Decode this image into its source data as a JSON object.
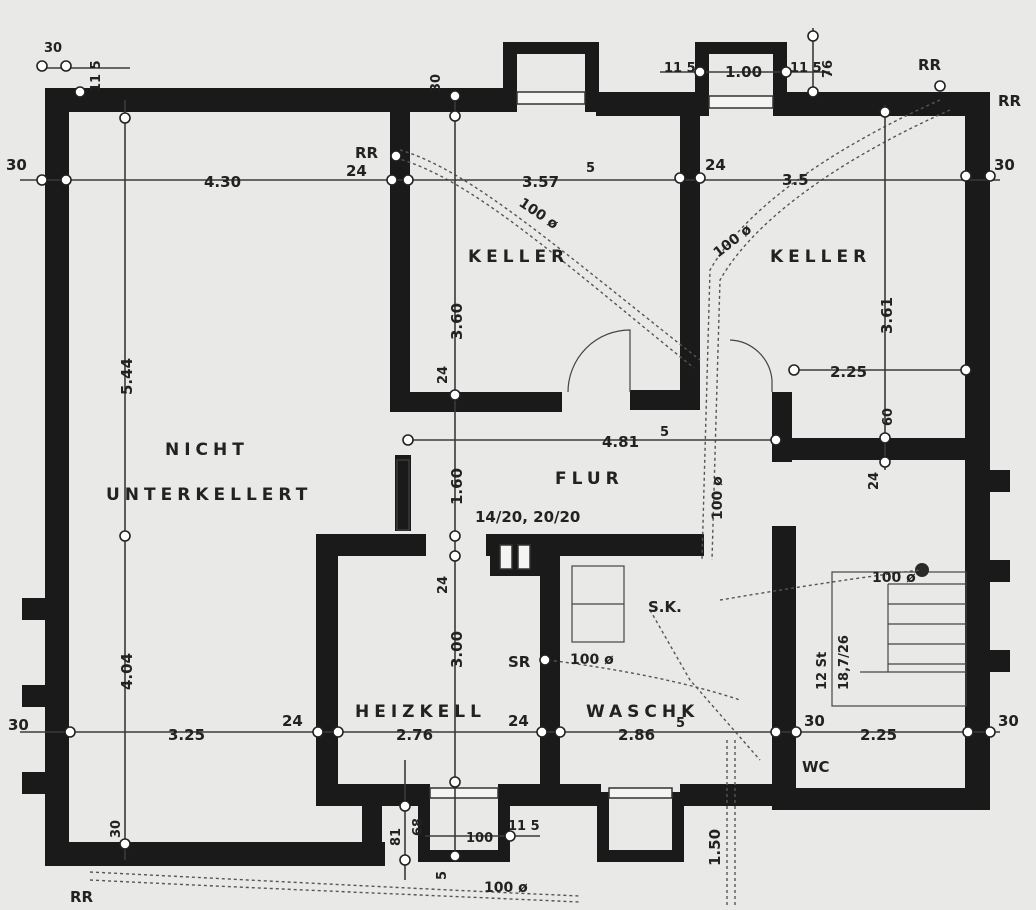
{
  "rooms": {
    "nicht_line1": "NICHT",
    "nicht_line2": "UNTERKELLERT",
    "keller_left": "KELLER",
    "keller_right": "KELLER",
    "flur": "FLUR",
    "heizkell": "HEIZKELL",
    "waschk": "WASCHK",
    "wc": "WC"
  },
  "annotations": {
    "stair": "14/20, 20/20",
    "sk": "S.K.",
    "sr": "SR",
    "rr_top_left": "RR",
    "rr_top_right": "RR",
    "rr_right": "RR",
    "rr_bottom": "RR",
    "stair_right_1": "12 St",
    "stair_right_2": "18,7/26"
  },
  "pipes": {
    "pipe_keller_left": "100 ø",
    "pipe_keller_right": "100 ø",
    "pipe_flur": "100 ø",
    "pipe_wasch": "100 ø",
    "pipe_stair_right": "100 ø",
    "pipe_bottom": "100 ø",
    "pipe_bottom_small": "100"
  },
  "dimensions": {
    "top_30_left": "30",
    "top_115_left": "11 5",
    "top_30_mid": "30",
    "top_115_a": "11 5",
    "top_100": "1.00",
    "top_115_b": "11 5",
    "top_76": "76",
    "row1_30_left": "30",
    "row1_430": "4.30",
    "row1_24_a": "24",
    "row1_357": "3.57",
    "row1_357_sup": "5",
    "row1_24_b": "24",
    "row1_35": "3.5",
    "row1_30_right": "30",
    "v_544": "5.44",
    "v_404": "4.04",
    "v_360": "3.60",
    "v_24_a": "24",
    "v_160": "1.60",
    "v_24_b": "24",
    "v_300": "3.00",
    "v_361": "3.61",
    "v_60": "60",
    "v_24_c": "24",
    "v_81": "81",
    "v_68": "68",
    "v_5": "5",
    "v_150": "1.50",
    "v_30_bottom": "30",
    "flur_225": "2.25",
    "flur_481": "4.81",
    "flur_481_sup": "5",
    "row2_30_left": "30",
    "row2_325": "3.25",
    "row2_24_a": "24",
    "row2_276": "2.76",
    "row2_24_b": "24",
    "row2_286": "2.86",
    "row2_286_sup": "5",
    "row2_30_mid": "30",
    "row2_225": "2.25",
    "row2_30_right": "30",
    "bottom_115": "11 5"
  }
}
